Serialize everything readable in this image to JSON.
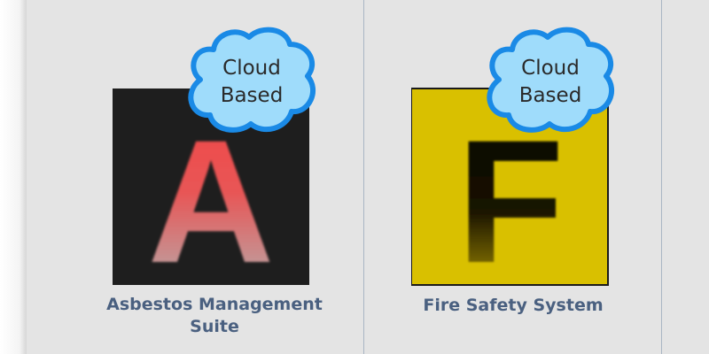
{
  "products": [
    {
      "name": "Asbestos Management Suite",
      "letter": "A",
      "badge": {
        "line1": "Cloud",
        "line2": "Based"
      },
      "icon": "asbestos-logo-icon"
    },
    {
      "name": "Fire Safety System",
      "letter": "F",
      "badge": {
        "line1": "Cloud",
        "line2": "Based"
      },
      "icon": "fire-safety-logo-icon"
    }
  ],
  "colors": {
    "background": "#e4e4e4",
    "label": "#4a6080",
    "divider": "#a9b6c4",
    "asbestos_bg": "#1e1e1e",
    "asbestos_letter_top": "#f04040",
    "fire_bg": "#d9c000",
    "cloud_fill": "#9fdcfb",
    "cloud_stroke": "#1a8ae6"
  }
}
